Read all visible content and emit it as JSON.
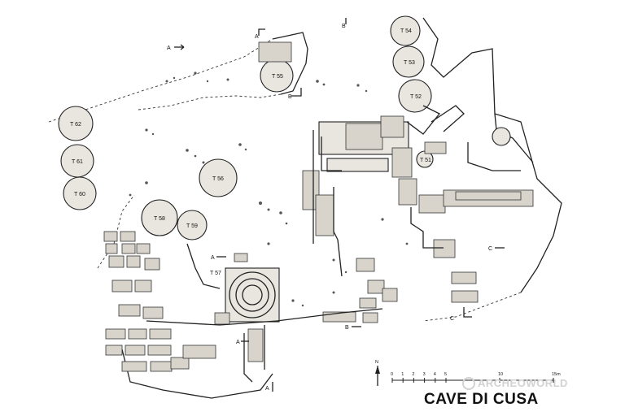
{
  "title": "CAVE DI CUSA",
  "watermark": "ARCHEOWORLD",
  "north_label": "N",
  "scale_bar": {
    "ticks": [
      "0",
      "1",
      "2",
      "3",
      "4",
      "5",
      "10",
      "15m"
    ],
    "ticks_meters": [
      0,
      1,
      2,
      3,
      4,
      5,
      10,
      15
    ]
  },
  "drums": [
    {
      "label": "T 54"
    },
    {
      "label": "T 53"
    },
    {
      "label": "T 52"
    },
    {
      "label": "T 55"
    },
    {
      "label": "T 62"
    },
    {
      "label": "T 61"
    },
    {
      "label": "T 60"
    },
    {
      "label": "T 56"
    },
    {
      "label": "T 58"
    },
    {
      "label": "T 59"
    },
    {
      "label": "T 51"
    }
  ],
  "capital_label": "T 57",
  "section_markers": [
    "A",
    "B",
    "A",
    "B",
    "A",
    "C",
    "B",
    "A",
    "A",
    "C"
  ],
  "colors": {
    "ink": "#222222",
    "paper": "#ffffff",
    "stone": "#d8d4cc",
    "watermark": "#d2d2d2"
  }
}
